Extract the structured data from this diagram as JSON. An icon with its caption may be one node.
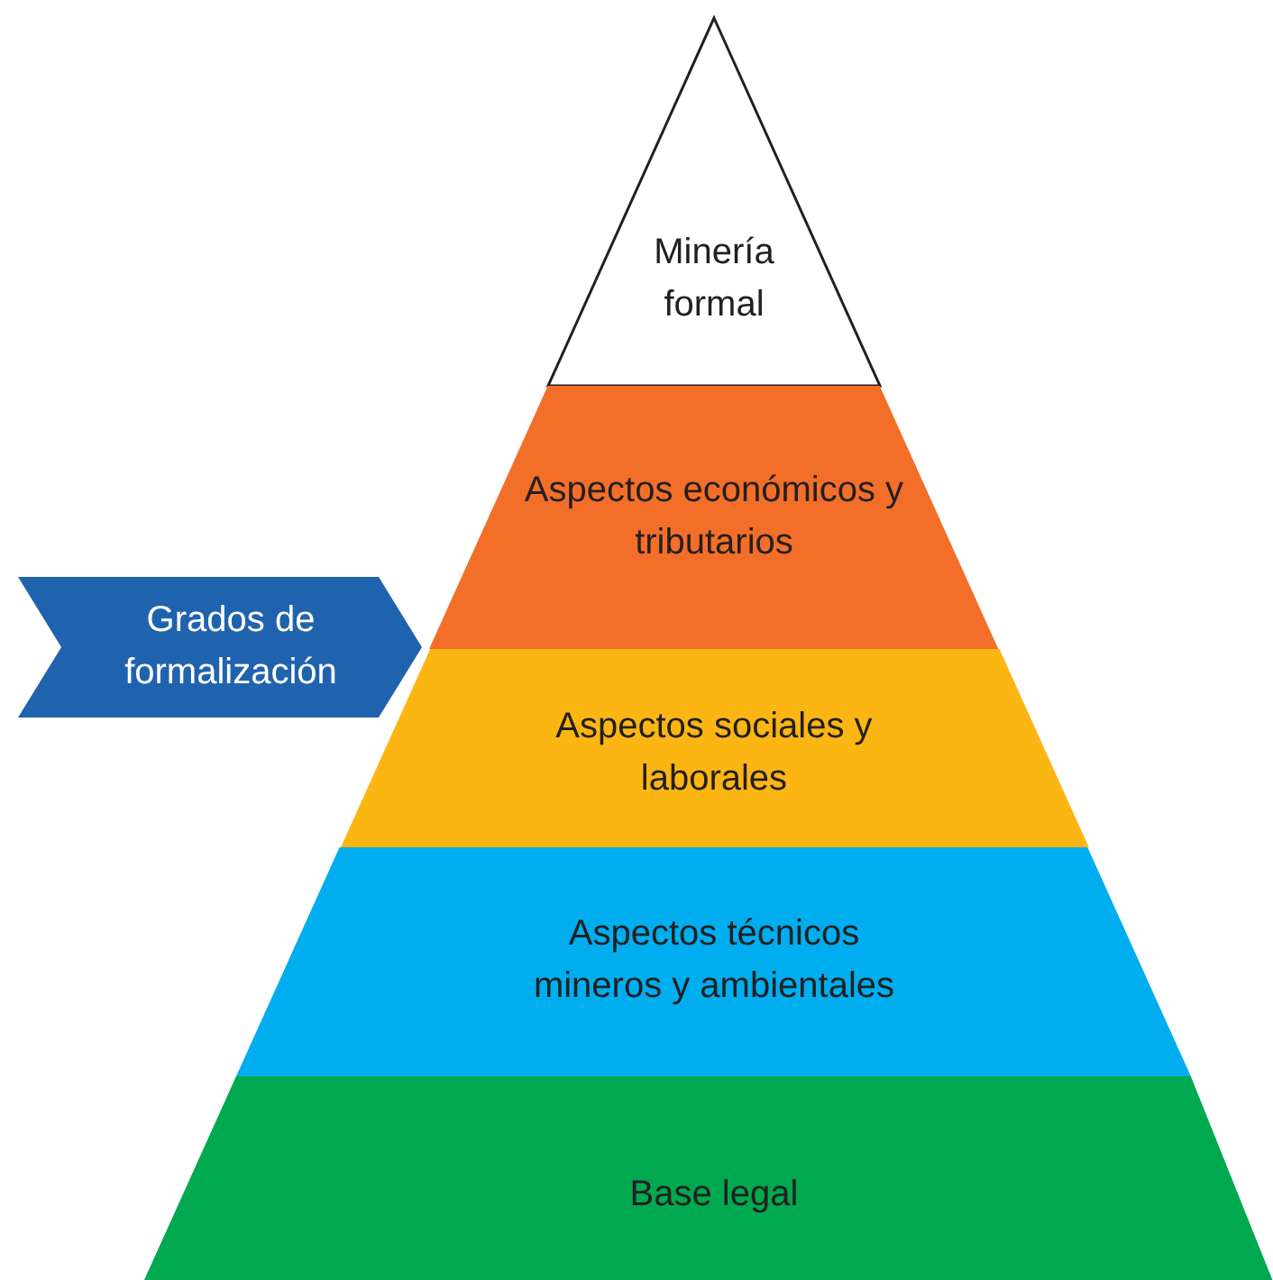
{
  "diagram": {
    "nodes": [
      {
        "text": [
          "Minería formal"
        ]
      },
      {
        "text": [
          "Aspectos económicos y tributarios"
        ]
      },
      {
        "text": [
          "Aspectos sociales y laborales"
        ]
      },
      {
        "text": [
          "Aspectos técnicos mineros y ambientales"
        ]
      },
      {
        "text": [
          "Base legal"
        ]
      },
      {
        "text": [
          "Grados de formalización"
        ]
      }
    ]
  }
}
